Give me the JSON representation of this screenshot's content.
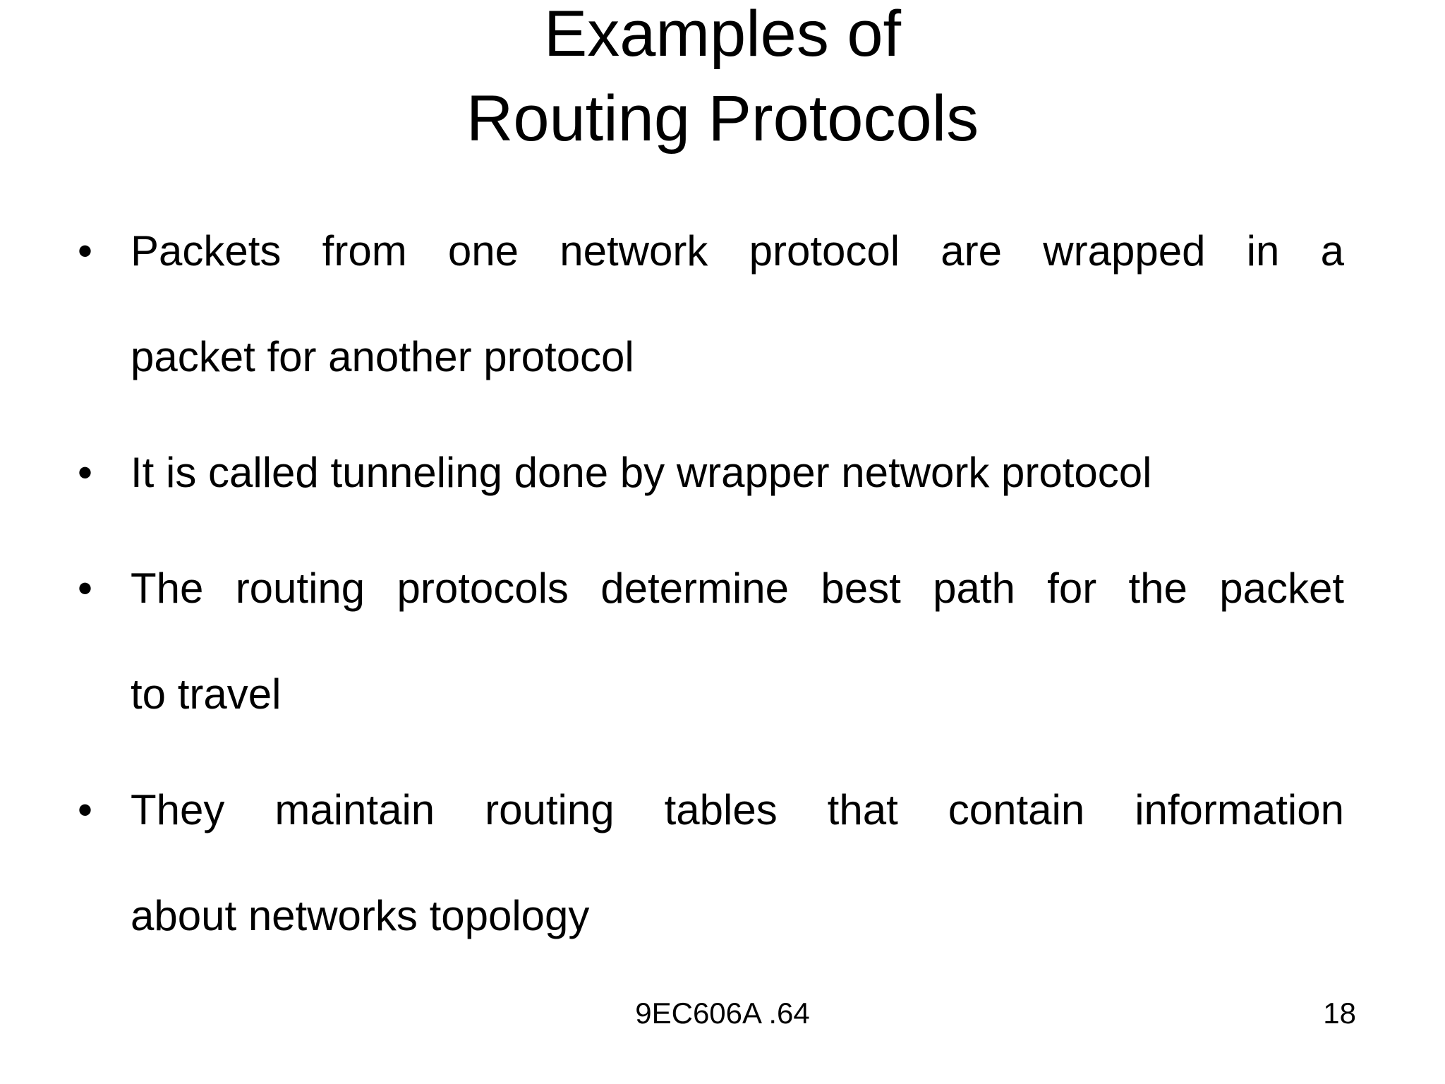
{
  "slide": {
    "title": {
      "line1": "Examples of",
      "line2": "Routing Protocols"
    },
    "bullet_glyph": "•",
    "bullets": [
      {
        "lines": [
          "Packets from one network protocol are wrapped in a",
          "packet for another protocol"
        ]
      },
      {
        "lines": [
          "It is called tunneling done by wrapper network protocol"
        ]
      },
      {
        "lines": [
          "The routing protocols determine best path for the packet",
          "to travel"
        ]
      },
      {
        "lines": [
          "They maintain routing tables that contain information",
          "about networks topology"
        ]
      }
    ],
    "footer": {
      "course_code": "9EC606A .64",
      "page_number": "18"
    },
    "colors": {
      "background": "#ffffff",
      "text": "#000000"
    }
  }
}
